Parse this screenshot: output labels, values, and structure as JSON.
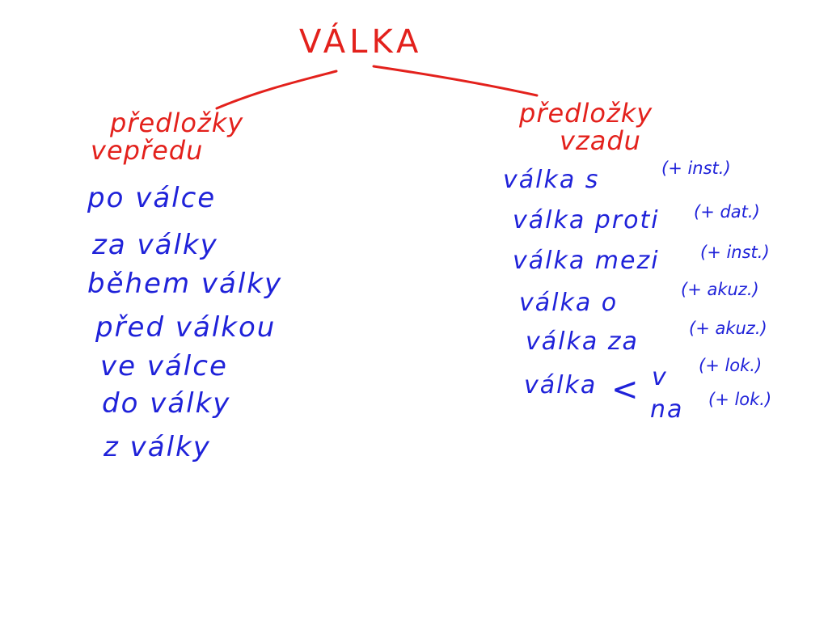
{
  "title": "VÁLKA",
  "colors": {
    "heading": "#e3211c",
    "content": "#1f22d9",
    "background": "#ffffff"
  },
  "left_branch": {
    "label_line1": "předložky",
    "label_line2": "vepředu",
    "items": [
      "po válce",
      "za války",
      "během války",
      "před válkou",
      "ve válce",
      "do války",
      "z války"
    ]
  },
  "right_branch": {
    "label_line1": "předložky",
    "label_line2": "vzadu",
    "items": [
      {
        "phrase": "válka s",
        "case": "(+ inst.)"
      },
      {
        "phrase": "válka proti",
        "case": "(+ dat.)"
      },
      {
        "phrase": "válka mezi",
        "case": "(+ inst.)"
      },
      {
        "phrase": "válka o",
        "case": "(+ akuz.)"
      },
      {
        "phrase": "válka za",
        "case": "(+ akuz.)"
      }
    ],
    "split_item": {
      "phrase": "válka",
      "bracket": "<",
      "options": [
        {
          "prep": "v",
          "case": "(+ lok.)"
        },
        {
          "prep": "na",
          "case": "(+ lok.)"
        }
      ]
    }
  }
}
